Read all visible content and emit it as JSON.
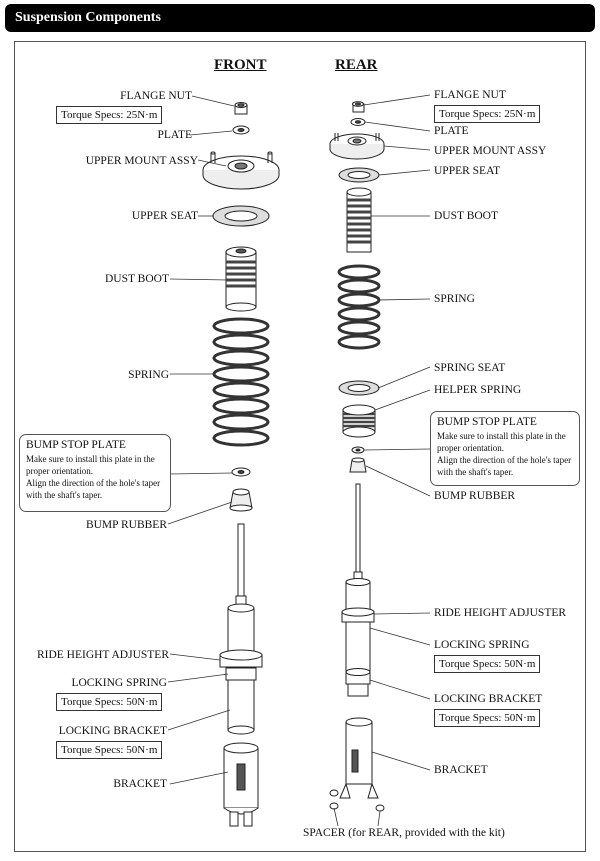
{
  "header": {
    "title": "Suspension Components"
  },
  "front": {
    "title": "FRONT",
    "labels": {
      "flange_nut": "FLANGE NUT",
      "torque_top": "Torque Specs: 25N·m",
      "plate": "PLATE",
      "upper_mount": "UPPER MOUNT ASSY",
      "upper_seat": "UPPER SEAT",
      "dust_boot": "DUST BOOT",
      "spring": "SPRING",
      "bump_rubber": "BUMP RUBBER",
      "ride_height": "RIDE HEIGHT ADJUSTER",
      "locking_spring": "LOCKING SPRING",
      "torque_locking_spring": "Torque Specs: 50N·m",
      "locking_bracket": "LOCKING BRACKET",
      "torque_locking_bracket": "Torque Specs: 50N·m",
      "bracket": "BRACKET"
    },
    "note": {
      "title": "BUMP STOP PLATE",
      "lines": [
        "Make sure to install this plate in the",
        "proper orientation.",
        "Align the direction of the hole's taper",
        "with the shaft's taper."
      ]
    }
  },
  "rear": {
    "title": "REAR",
    "labels": {
      "flange_nut": "FLANGE NUT",
      "torque_top": "Torque Specs: 25N·m",
      "plate": "PLATE",
      "upper_mount": "UPPER MOUNT ASSY",
      "upper_seat": "UPPER  SEAT",
      "dust_boot": "DUST BOOT",
      "spring": "SPRING",
      "spring_seat": "SPRING SEAT",
      "helper_spring": "HELPER SPRING",
      "bump_rubber": "BUMP RUBBER",
      "ride_height": "RIDE HEIGHT ADJUSTER",
      "locking_spring": "LOCKING SPRING",
      "torque_locking_spring": "Torque Specs: 50N·m",
      "locking_bracket": "LOCKING BRACKET",
      "torque_locking_bracket": "Torque Specs: 50N·m",
      "bracket": "BRACKET",
      "spacer": "SPACER (for REAR, provided with the kit)"
    },
    "note": {
      "title": "BUMP STOP PLATE",
      "lines": [
        "Make sure to install this plate in the",
        "proper orientation.",
        "Align the direction of the hole's taper",
        "with the shaft's taper."
      ]
    }
  }
}
